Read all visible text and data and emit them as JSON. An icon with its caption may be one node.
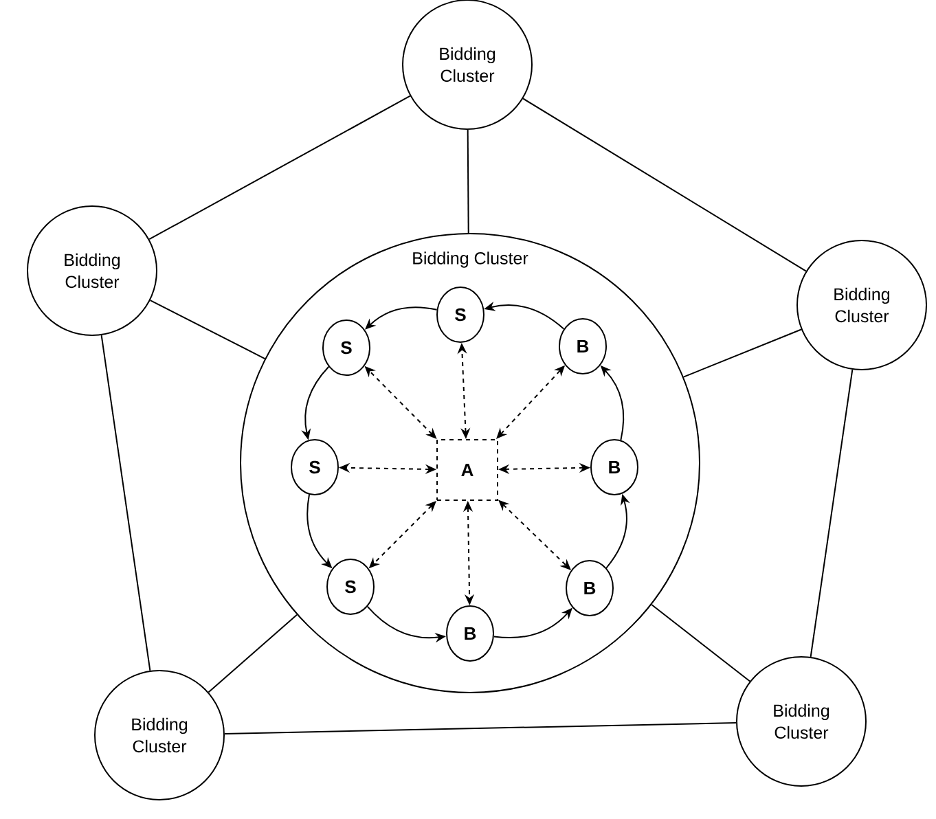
{
  "diagram": {
    "nodes": [
      {
        "text": [
          "Bidding Cluster"
        ]
      },
      {
        "text": [
          "Bidding Cluster"
        ]
      },
      {
        "text": [
          "Bidding Cluster"
        ]
      },
      {
        "text": [
          "Bidding Cluster"
        ]
      },
      {
        "text": [
          "S"
        ],
        "in": 3
      },
      {
        "text": [
          "S"
        ],
        "in": 3
      },
      {
        "text": [
          "B"
        ],
        "in": 3
      },
      {
        "text": [
          "S"
        ],
        "in": 3
      },
      {
        "text": [
          "A"
        ],
        "in": 3
      },
      {
        "text": [
          "B"
        ],
        "in": 3
      },
      {
        "text": [
          "S"
        ],
        "in": 3
      },
      {
        "text": [
          "B"
        ],
        "in": 3
      },
      {
        "text": [
          "B"
        ],
        "in": 3
      },
      {
        "text": [
          "Bidding Cluster"
        ]
      },
      {
        "text": [
          "Bidding Cluster"
        ]
      }
    ],
    "edges": [
      {
        "from": 0,
        "to": 1,
        "arrow": "none"
      },
      {
        "from": 0,
        "to": 2,
        "arrow": "none"
      },
      {
        "from": 0,
        "to": 3,
        "arrow": "none"
      },
      {
        "from": 1,
        "to": 3,
        "arrow": "none"
      },
      {
        "from": 2,
        "to": 3,
        "arrow": "none"
      },
      {
        "from": 1,
        "to": 13,
        "arrow": "none"
      },
      {
        "from": 2,
        "to": 14,
        "arrow": "none"
      },
      {
        "from": 13,
        "to": 14,
        "arrow": "none"
      },
      {
        "from": 13,
        "to": 3,
        "arrow": "none"
      },
      {
        "from": 14,
        "to": 3,
        "arrow": "none"
      },
      {
        "from": 6,
        "to": 4,
        "arrow": "to"
      },
      {
        "from": 4,
        "to": 5,
        "arrow": "to"
      },
      {
        "from": 5,
        "to": 7,
        "arrow": "to"
      },
      {
        "from": 7,
        "to": 10,
        "arrow": "to"
      },
      {
        "from": 10,
        "to": 12,
        "arrow": "to"
      },
      {
        "from": 12,
        "to": 11,
        "arrow": "to"
      },
      {
        "from": 11,
        "to": 9,
        "arrow": "to"
      },
      {
        "from": 9,
        "to": 6,
        "arrow": "to"
      },
      {
        "from": 8,
        "to": 4,
        "arrow": "both",
        "style": "dashed"
      },
      {
        "from": 8,
        "to": 5,
        "arrow": "both",
        "style": "dashed"
      },
      {
        "from": 8,
        "to": 6,
        "arrow": "both",
        "style": "dashed"
      },
      {
        "from": 8,
        "to": 7,
        "arrow": "both",
        "style": "dashed"
      },
      {
        "from": 8,
        "to": 9,
        "arrow": "both",
        "style": "dashed"
      },
      {
        "from": 8,
        "to": 10,
        "arrow": "both",
        "style": "dashed"
      },
      {
        "from": 8,
        "to": 11,
        "arrow": "both",
        "style": "dashed"
      },
      {
        "from": 8,
        "to": 12,
        "arrow": "both",
        "style": "dashed"
      }
    ]
  }
}
